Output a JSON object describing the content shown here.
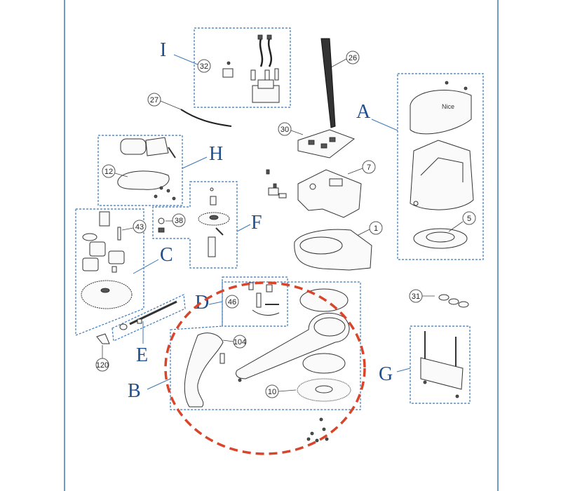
{
  "groups": {
    "A": "A",
    "B": "B",
    "C": "C",
    "D": "D",
    "E": "E",
    "F": "F",
    "G": "G",
    "H": "H",
    "I": "I"
  },
  "parts": {
    "p1": "1",
    "p5": "5",
    "p7": "7",
    "p10": "10",
    "p12": "12",
    "p26": "26",
    "p27": "27",
    "p30": "30",
    "p31": "31",
    "p32": "32",
    "p38": "38",
    "p43": "43",
    "p46": "46",
    "p104": "104",
    "p120": "120"
  },
  "cover_brand": "Nice",
  "colors": {
    "group_letter": "#1f4f8f",
    "group_box": "#3b78b8",
    "highlight_circle": "#d9452b",
    "frame_line": "#3b78b8"
  }
}
